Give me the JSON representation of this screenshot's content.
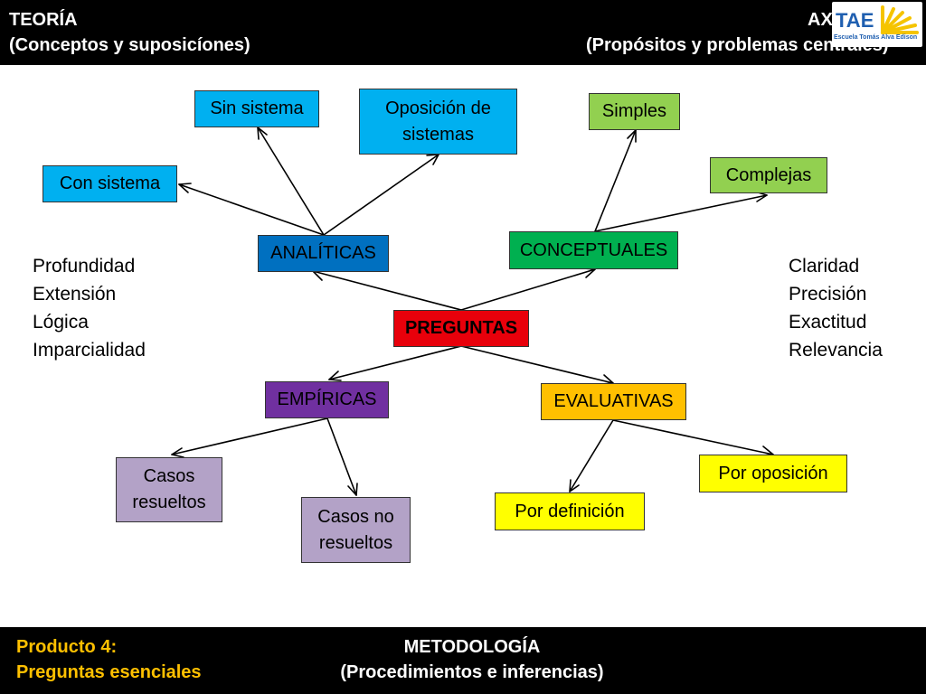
{
  "header": {
    "left_line1": "TEORÍA",
    "left_line2": "(Conceptos y suposicíones)",
    "right_line1": "AX",
    "right_line2": "(Propósitos y problemas centrales)"
  },
  "logo": {
    "text": "TAE",
    "subtext": "Escuela Tomás Alva Edison"
  },
  "nodes": {
    "center": "PREGUNTAS",
    "analiticas": "ANALÍTICAS",
    "conceptuales": "CONCEPTUALES",
    "empiricas": "EMPÍRICAS",
    "evaluativas": "EVALUATIVAS",
    "sin_sistema": "Sin sistema",
    "oposicion_1": "Oposición de",
    "oposicion_2": "sistemas",
    "con_sistema": "Con sistema",
    "simples": "Simples",
    "complejas": "Complejas",
    "casos_resueltos_1": "Casos",
    "casos_resueltos_2": "resueltos",
    "casos_no_resueltos_1": "Casos no",
    "casos_no_resueltos_2": "resueltos",
    "por_definicion": "Por definición",
    "por_oposicion": "Por oposición"
  },
  "left_list": [
    "Profundidad",
    "Extensión",
    "Lógica",
    "Imparcialidad"
  ],
  "right_list": [
    "Claridad",
    "Precisión",
    "Exactitud",
    "Relevancia"
  ],
  "footer": {
    "product_line1": "Producto 4:",
    "product_line2": "Preguntas esenciales",
    "method_line1": "METODOLOGÍA",
    "method_line2": "(Procedimientos e inferencias)"
  },
  "colors": {
    "center": "#e8000b",
    "analiticas": "#0070c0",
    "analiticas_children": "#00b0f0",
    "conceptuales": "#00b050",
    "conceptuales_children": "#92d050",
    "empiricas": "#7030a0",
    "empiricas_children": "#b3a2c7",
    "evaluativas": "#ffc000",
    "evaluativas_children": "#ffff00",
    "footer_product": "#ffc000"
  }
}
